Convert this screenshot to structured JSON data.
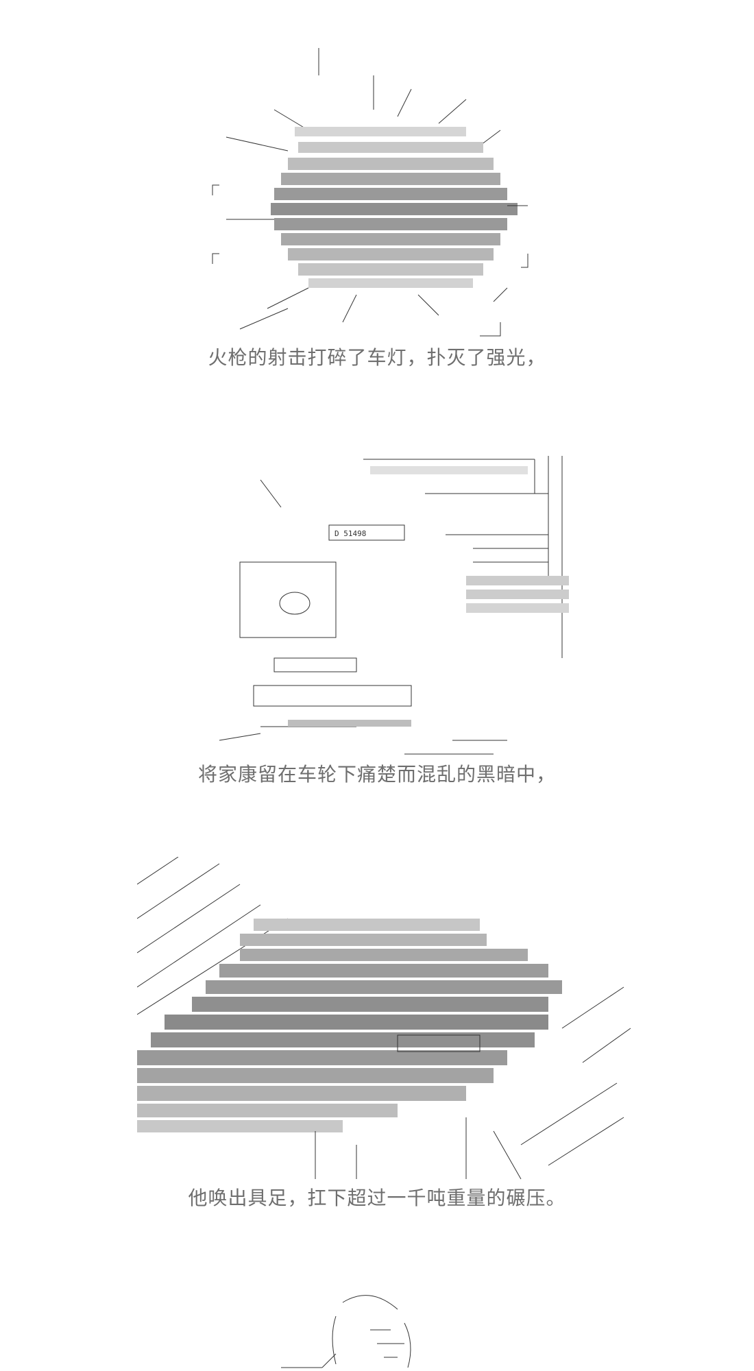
{
  "panels": [
    {
      "caption": "火枪的射击打碎了车灯，扑灭了强光，",
      "art_label": "aa-burst-headlight"
    },
    {
      "caption": "将家康留在车轮下痛楚而混乱的黑暗中，",
      "art_label": "aa-car-wheel",
      "plate_text": "D 51498"
    },
    {
      "caption": "他唤出具足，扛下超过一千吨重量的碾压。",
      "art_label": "aa-armor-summon"
    },
    {
      "caption": "",
      "art_label": "aa-figure-partial"
    }
  ]
}
